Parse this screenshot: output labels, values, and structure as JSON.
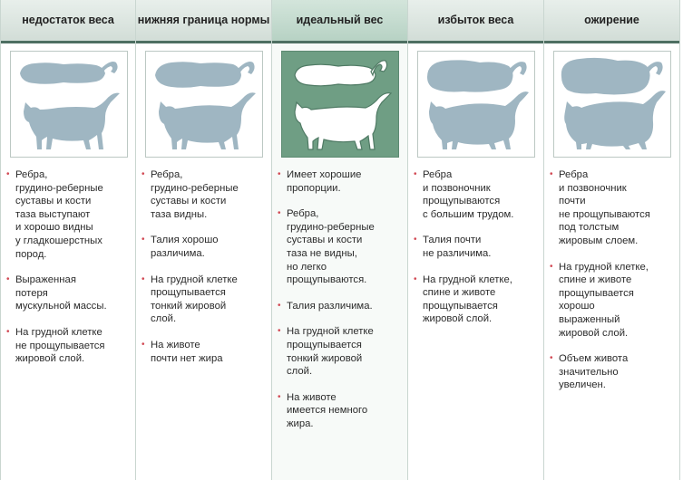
{
  "columns": [
    {
      "header": "недостаток веса",
      "bullets": [
        "Ребра,\nгрудино-реберные\nсуставы и кости\nтаза выступают\nи хорошо видны\nу гладкошерстных\nпород.",
        "Выраженная\nпотеря\nмускульной массы.",
        "На грудной клетке\nне прощупывается\nжировой слой."
      ]
    },
    {
      "header": "нижняя граница нормы",
      "bullets": [
        "Ребра,\nгрудино-реберные\nсуставы и кости\nтаза видны.",
        "Талия хорошо\nразличима.",
        "На грудной клетке\nпрощупывается\nтонкий жировой\nслой.",
        "На животе\nпочти нет жира"
      ]
    },
    {
      "header": "идеальный вес",
      "bullets": [
        "Имеет хорошие\nпропорции.",
        "Ребра,\nгрудино-реберные\nсуставы и кости\nтаза не видны,\nно легко\nпрощупываются.",
        "Талия различима.",
        "На грудной клетке\nпрощупывается\nтонкий жировой\nслой.",
        "На животе\nимеется немного\nжира."
      ]
    },
    {
      "header": "избыток веса",
      "bullets": [
        "Ребра\nи позвоночник\nпрощупываются\nс большим трудом.",
        "Талия почти\nне различима.",
        "На грудной клетке,\nспине и животе\nпрощупывается\nжировой слой."
      ]
    },
    {
      "header": "ожирение",
      "bullets": [
        "Ребра\nи позвоночник\nпочти\nне прощупываются\nпод толстым\nжировым слоем.",
        "На грудной клетке,\nспине и животе\nпрощупывается\nхорошо\nвыраженный\nжировой слой.",
        "Объем живота\nзначительно\nувеличен."
      ]
    }
  ],
  "colors": {
    "cat_silhouette": "#9fb6c2",
    "highlight_panel": "#6f9e84",
    "bullet": "#d24a55",
    "header_rule": "#4e6f62"
  },
  "icons": {
    "top_view": "cat-top-view-silhouette",
    "side_view": "cat-side-view-silhouette"
  }
}
